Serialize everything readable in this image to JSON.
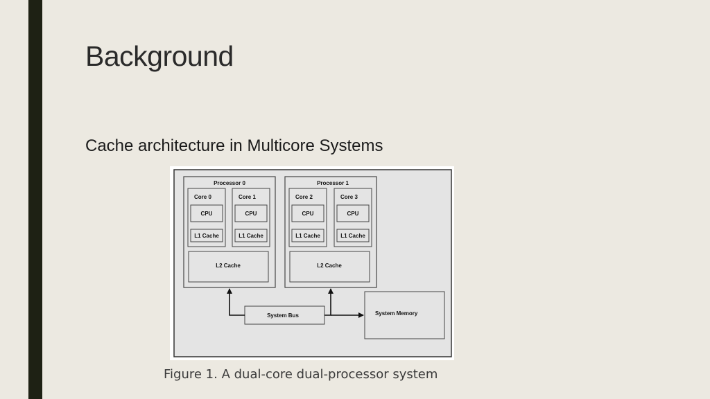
{
  "slide": {
    "title": "Background",
    "subtitle": "Cache architecture in Multicore Systems",
    "caption": "Figure 1. A dual-core dual-processor system"
  },
  "diagram": {
    "processors": [
      {
        "label": "Processor 0",
        "cores": [
          {
            "label": "Core 0",
            "cpu": "CPU",
            "cache": "L1 Cache"
          },
          {
            "label": "Core 1",
            "cpu": "CPU",
            "cache": "L1 Cache"
          }
        ],
        "l2": "L2 Cache"
      },
      {
        "label": "Processor 1",
        "cores": [
          {
            "label": "Core 2",
            "cpu": "CPU",
            "cache": "L1 Cache"
          },
          {
            "label": "Core 3",
            "cpu": "CPU",
            "cache": "L1 Cache"
          }
        ],
        "l2": "L2 Cache"
      }
    ],
    "bus": "System Bus",
    "memory": "System Memory"
  },
  "colors": {
    "background": "#ece9e1",
    "accent_bar": "#1e2114",
    "diagram_fill": "#e4e4e4",
    "box_stroke": "#444444"
  }
}
